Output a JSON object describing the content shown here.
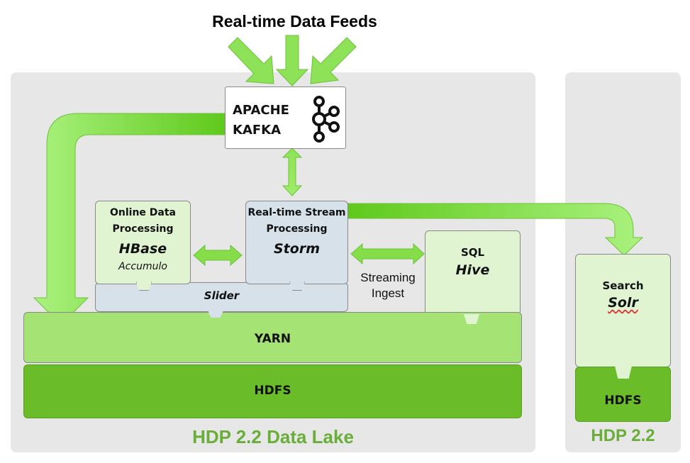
{
  "title": "Real-time Data Feeds",
  "kafka": {
    "line1": "APACHE",
    "line2": "KAFKA",
    "icon": "kafka-logo-icon"
  },
  "hbase_box": {
    "line1": "Online Data",
    "line2": "Processing",
    "name": "HBase",
    "sub": "Accumulo"
  },
  "storm_box": {
    "line1": "Real-time Stream",
    "line2": "Processing",
    "name": "Storm"
  },
  "slider": {
    "label": "Slider"
  },
  "hive_box": {
    "line1": "SQL",
    "name": "Hive"
  },
  "streaming_ingest": {
    "line1": "Streaming",
    "line2": "Ingest"
  },
  "yarn": {
    "label": "YARN"
  },
  "hdfs_main": {
    "label": "HDFS"
  },
  "data_lake": {
    "label": "HDP 2.2 Data Lake"
  },
  "search_box": {
    "line1": "Search",
    "name": "Solr"
  },
  "hdfs_right": {
    "label": "HDFS"
  },
  "hdp_right": {
    "label": "HDP 2.2"
  },
  "colors": {
    "arrow_green": "#7ddc44",
    "yarn_green": "#a5e374",
    "hdfs_green": "#6abd28",
    "footer_green": "#6aae3a",
    "panel_gray": "#e7e7e7",
    "box_light_green": "#e1f4d2",
    "box_light_blue": "#d6e1ea"
  }
}
